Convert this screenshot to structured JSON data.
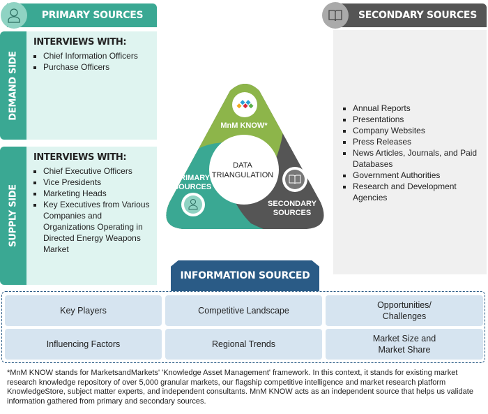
{
  "primary": {
    "title": "PRIMARY SOURCES",
    "icon": "person-icon",
    "demand": {
      "label": "DEMAND SIDE",
      "heading": "INTERVIEWS WITH:",
      "items": [
        "Chief Information Officers",
        "Purchase Officers"
      ]
    },
    "supply": {
      "label": "SUPPLY SIDE",
      "heading": "INTERVIEWS WITH:",
      "items": [
        "Chief Executive Officers",
        "Vice Presidents",
        "Marketing Heads",
        "Key Executives from Various Companies and Organizations Operating in Directed Energy Weapons Market"
      ]
    }
  },
  "secondary": {
    "title": "SECONDARY SOURCES",
    "icon": "book-icon",
    "items": [
      "Annual Reports",
      "Presentations",
      "Company Websites",
      "Press Releases",
      "News Articles, Journals, and Paid Databases",
      "Government Authorities",
      "Research and Development Agencies"
    ]
  },
  "triangulation": {
    "center_line1": "DATA",
    "center_line2": "TRIANGULATION",
    "top": "MnM KNOW*",
    "left_line1": "PRIMARY",
    "left_line2": "SOURCES",
    "right_line1": "SECONDARY",
    "right_line2": "SOURCES"
  },
  "info": {
    "title": "INFORMATION SOURCED",
    "cells": [
      "Key Players",
      "Competitive Landscape",
      "Opportunities/\nChallenges",
      "Influencing Factors",
      "Regional Trends",
      "Market Size and\nMarket Share"
    ]
  },
  "footnote": "*MnM KNOW stands for MarketsandMarkets' 'Knowledge Asset Management' framework. In this context, it stands for existing market research knowledge repository of over 5,000 granular markets, our flagship competitive intelligence and market research platform KnowledgeStore, subject matter experts, and independent consultants. MnM KNOW acts as an independent source that helps us validate information gathered from primary and secondary sources.",
  "colors": {
    "teal": "#3aa893",
    "green": "#8db54a",
    "gray": "#555555",
    "navy": "#2a5b86",
    "cell": "#d6e4f0"
  }
}
